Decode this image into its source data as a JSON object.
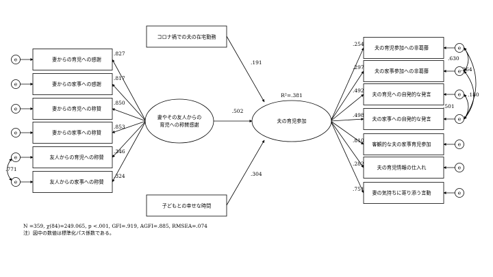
{
  "left_items": [
    {
      "label": "妻からの育児への感謝",
      "coef": ".827"
    },
    {
      "label": "妻からの家事への感謝",
      "coef": ".817"
    },
    {
      "label": "妻からの育児への称賛",
      "coef": ".850"
    },
    {
      "label": "妻からの家事への称賛",
      "coef": ".853"
    },
    {
      "label": "友人からの育児への称賛",
      "coef": ".346"
    },
    {
      "label": "友人からの家事への称賛",
      "coef": ".324"
    }
  ],
  "left_covariance": ".771",
  "right_items": [
    {
      "label": "夫の育児参加への非葛藤",
      "coef": ".254"
    },
    {
      "label": "夫の家事参加への非葛藤",
      "coef": ".297"
    },
    {
      "label": "夫の育児への自発的な発言",
      "coef": ".492"
    },
    {
      "label": "夫の家事への自発的な発言",
      "coef": ".498"
    },
    {
      "label": "客観的な夫の家事育児参加",
      "coef": ".810"
    },
    {
      "label": "夫の育児情報の仕入れ",
      "coef": ".282"
    },
    {
      "label": "妻の気持ちに寄り添う言動",
      "coef": ".751"
    }
  ],
  "right_covariances": [
    ".630",
    ".264",
    ".180",
    ".501"
  ],
  "error_label": "e",
  "latent_left": {
    "line1": "妻やその友人からの",
    "line2": "育児への称賛感謝"
  },
  "latent_right": {
    "label": "夫の育児参加",
    "r2": "R²=.381"
  },
  "top_predictor": {
    "label": "コロナ禍での夫の在宅勤務",
    "coef": ".191"
  },
  "bottom_predictor": {
    "label": "子どもとの幸せな時間",
    "coef": ".304"
  },
  "main_path_coef": ".502",
  "notes": {
    "line1": "N =359, χ(84)=249.065, p <.001, GFI=.919, AGFI=.885, RMSEA=.074",
    "line2": "注）図中の数値は標準化パス係数である。"
  }
}
